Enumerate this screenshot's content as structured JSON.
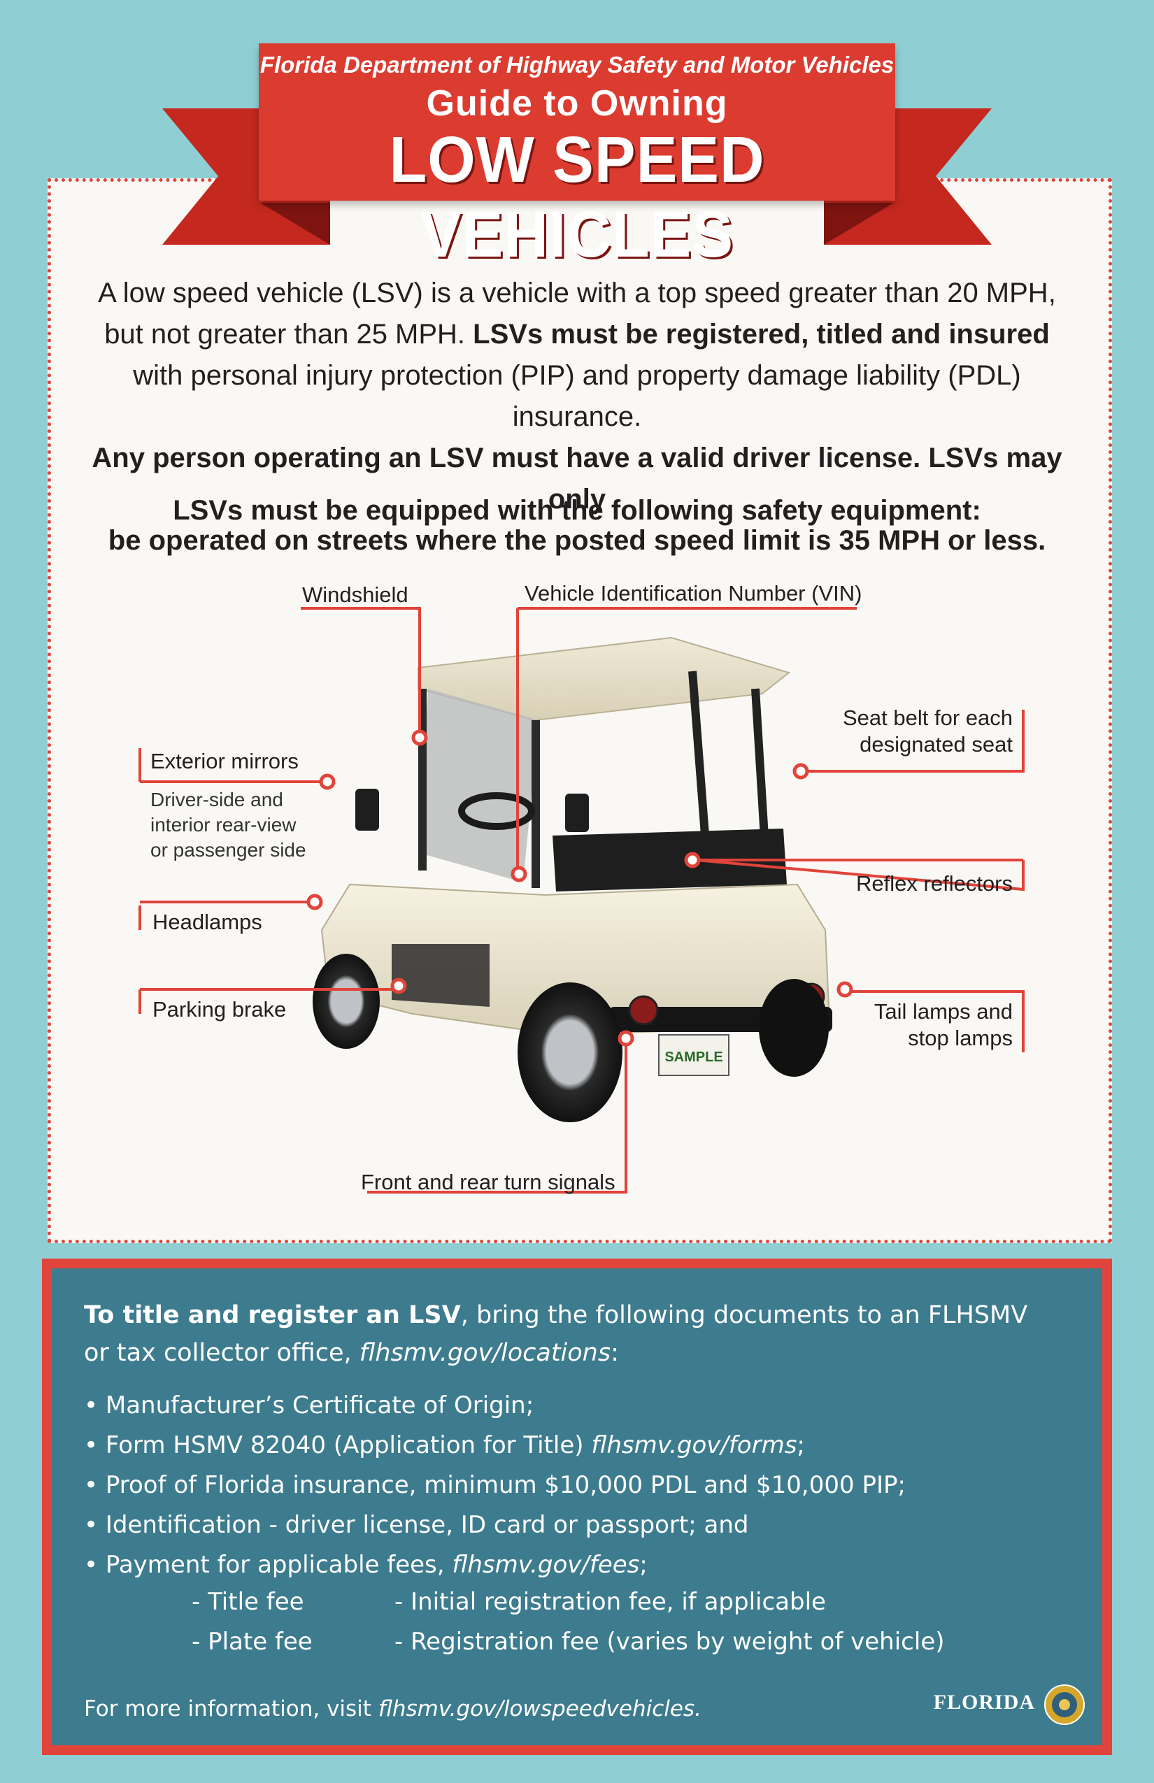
{
  "header": {
    "agency": "Florida Department of Highway Safety and Motor Vehicles",
    "guide": "Guide to Owning",
    "title": "LOW SPEED VEHICLES"
  },
  "intro": {
    "p1": "A low speed vehicle (LSV) is a vehicle with a top speed greater than 20 MPH,",
    "p2": "but not greater than 25 MPH.",
    "p2_bold": "LSVs must be registered, titled and insured",
    "p3": "with personal injury protection (PIP) and property damage liability (PDL) insurance.",
    "p4_bold": "Any person operating an LSV must have a valid driver license. LSVs may only",
    "p5_bold": "be operated on streets where the posted speed limit is 35 MPH or less."
  },
  "equipment_heading": "LSVs must be equipped with the following safety equipment:",
  "labels": {
    "windshield": "Windshield",
    "vin": "Vehicle Identification Number (VIN)",
    "seat_belt_1": "Seat belt for each",
    "seat_belt_2": "designated seat",
    "mirrors": "Exterior mirrors",
    "mirrors_note_1": "Driver-side and",
    "mirrors_note_2": "interior rear-view",
    "mirrors_note_3": "or passenger side",
    "reflectors": "Reflex reflectors",
    "headlamps": "Headlamps",
    "parking_brake": "Parking brake",
    "tail_1": "Tail lamps and",
    "tail_2": "stop lamps",
    "turn_signals": "Front and rear turn signals",
    "plate": "SAMPLE"
  },
  "registration": {
    "intro_bold": "To title and register an LSV",
    "intro_rest": ", bring the following documents to an FLHSMV",
    "intro_line2": "or tax collector office, ",
    "intro_link": "flhsmv.gov/locations",
    "intro_end": ":",
    "items": [
      {
        "text": "• Manufacturer’s Certificate of Origin;",
        "link": "",
        "end": ""
      },
      {
        "text": "• Form HSMV 82040 (Application for Title) ",
        "link": "flhsmv.gov/forms",
        "end": ";"
      },
      {
        "text": "• Proof of Florida insurance, minimum  $10,000 PDL and $10,000 PIP;",
        "link": "",
        "end": ""
      },
      {
        "text": "• Identification - driver license, ID card or passport; and",
        "link": "",
        "end": ""
      },
      {
        "text": "• Payment for applicable fees, ",
        "link": "flhsmv.gov/fees",
        "end": ";"
      }
    ],
    "fees": {
      "title_fee": "- Title fee",
      "initial_reg": "- Initial registration fee, if applicable",
      "plate_fee": "- Plate fee",
      "reg_fee": "- Registration fee (varies by weight of vehicle)"
    },
    "footer_text": "For more information, visit ",
    "footer_link": "flhsmv.gov/lowspeedvehicles.",
    "logo": "FLORIDA"
  },
  "colors": {
    "background": "#8fcfd4",
    "red": "#dc3b30",
    "blue_box": "#3d7b8e",
    "panel": "#faf8f4"
  }
}
